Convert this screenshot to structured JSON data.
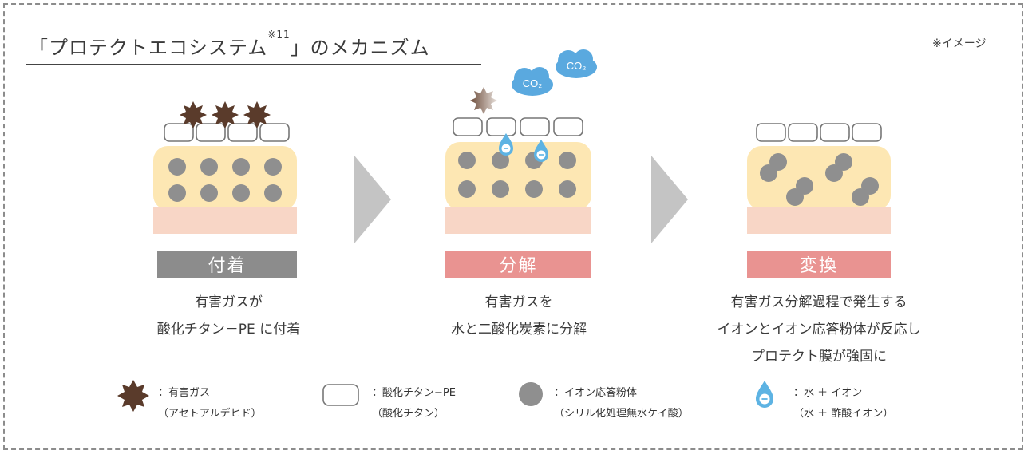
{
  "title": {
    "main": "「プロテクトエコシステム",
    "sup": "※11",
    "rest": "」のメカニズム"
  },
  "note": "※イメージ",
  "co2_label": "CO₂",
  "stages": [
    {
      "label": "付着",
      "color": "#8c8c8c",
      "caption": [
        "有害ガスが",
        "酸化チタン－PE に付着"
      ]
    },
    {
      "label": "分解",
      "color": "#e99391",
      "caption": [
        "有害ガスを",
        "水と二酸化炭素に分解"
      ]
    },
    {
      "label": "変換",
      "color": "#e99391",
      "caption": [
        "有害ガス分解過程で発生する",
        "イオンとイオン応答粉体が反応し",
        "プロテクト膜が強固に"
      ]
    }
  ],
  "legend": [
    {
      "icon": "harmful-gas-icon",
      "lines": [
        "：有害ガス",
        "（アセトアルデヒド）"
      ]
    },
    {
      "icon": "titanium-oxide-icon",
      "lines": [
        "：酸化チタン−PE",
        "（酸化チタン）"
      ]
    },
    {
      "icon": "ion-powder-icon",
      "lines": [
        "：イオン応答粉体",
        "（シリル化処理無水ケイ酸）"
      ]
    },
    {
      "icon": "water-ion-icon",
      "lines": [
        "：水 ＋ イオン",
        "（水 ＋ 酢酸イオン）"
      ]
    }
  ],
  "colors": {
    "layer_top": "#fde7b3",
    "layer_bottom": "#f8d6c6",
    "particle": "#8f8f8f",
    "gas": "#5a3b2b",
    "cloud": "#5aa9df",
    "drop": "#5db3e3",
    "arrow": "#c4c4c4"
  }
}
